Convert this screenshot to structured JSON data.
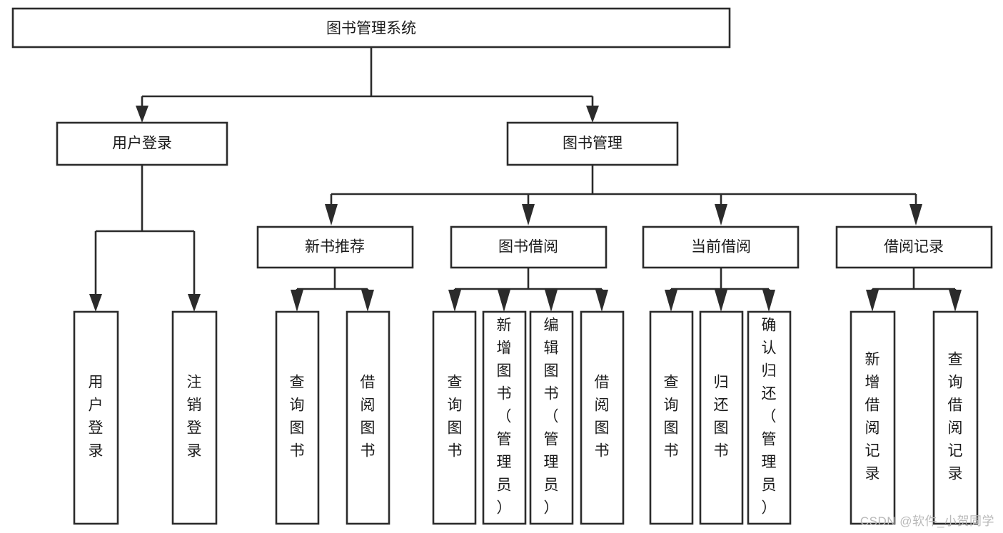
{
  "diagram": {
    "title": "图书管理系统",
    "type": "hierarchy-tree",
    "watermark": "CSDN @软件_小贺同学",
    "colors": {
      "stroke": "#2b2b2b",
      "fill": "#ffffff",
      "text": "#1a1a1a",
      "watermark": "#b9b9b9",
      "background": "#ffffff"
    },
    "levels": {
      "root": "图书管理系统",
      "level2": [
        "用户登录",
        "图书管理"
      ],
      "level3": [
        "新书推荐",
        "图书借阅",
        "当前借阅",
        "借阅记录"
      ]
    },
    "nodes": {
      "root": {
        "label": "图书管理系统"
      },
      "user_login": {
        "label": "用户登录"
      },
      "book_manage": {
        "label": "图书管理"
      },
      "new_book_rec": {
        "label": "新书推荐"
      },
      "book_borrow": {
        "label": "图书借阅"
      },
      "current_borrow": {
        "label": "当前借阅"
      },
      "borrow_record": {
        "label": "借阅记录"
      },
      "leaf_user_login": {
        "label": "用户登录"
      },
      "leaf_logout": {
        "label": "注销登录"
      },
      "leaf_query_book_1": {
        "label": "查询图书"
      },
      "leaf_borrow_book_1": {
        "label": "借阅图书"
      },
      "leaf_query_book_2": {
        "label": "查询图书"
      },
      "leaf_add_book": {
        "label": "新增图书（管理员）"
      },
      "leaf_edit_book": {
        "label": "编辑图书（管理员）"
      },
      "leaf_borrow_book_2": {
        "label": "借阅图书"
      },
      "leaf_query_book_3": {
        "label": "查询图书"
      },
      "leaf_return_book": {
        "label": "归还图书"
      },
      "leaf_confirm_return": {
        "label": "确认归还（管理员）"
      },
      "leaf_add_record": {
        "label": "新增借阅记录"
      },
      "leaf_query_record": {
        "label": "查询借阅记录"
      }
    },
    "edges": [
      {
        "from": "图书管理系统",
        "to": "用户登录"
      },
      {
        "from": "图书管理系统",
        "to": "图书管理"
      },
      {
        "from": "用户登录",
        "to": "用户登录"
      },
      {
        "from": "用户登录",
        "to": "注销登录"
      },
      {
        "from": "图书管理",
        "to": "新书推荐"
      },
      {
        "from": "图书管理",
        "to": "图书借阅"
      },
      {
        "from": "图书管理",
        "to": "当前借阅"
      },
      {
        "from": "图书管理",
        "to": "借阅记录"
      },
      {
        "from": "新书推荐",
        "to": "查询图书"
      },
      {
        "from": "新书推荐",
        "to": "借阅图书"
      },
      {
        "from": "图书借阅",
        "to": "查询图书"
      },
      {
        "from": "图书借阅",
        "to": "新增图书（管理员）"
      },
      {
        "from": "图书借阅",
        "to": "编辑图书（管理员）"
      },
      {
        "from": "图书借阅",
        "to": "借阅图书"
      },
      {
        "from": "当前借阅",
        "to": "查询图书"
      },
      {
        "from": "当前借阅",
        "to": "归还图书"
      },
      {
        "from": "当前借阅",
        "to": "确认归还（管理员）"
      },
      {
        "from": "借阅记录",
        "to": "新增借阅记录"
      },
      {
        "from": "借阅记录",
        "to": "查询借阅记录"
      }
    ]
  }
}
